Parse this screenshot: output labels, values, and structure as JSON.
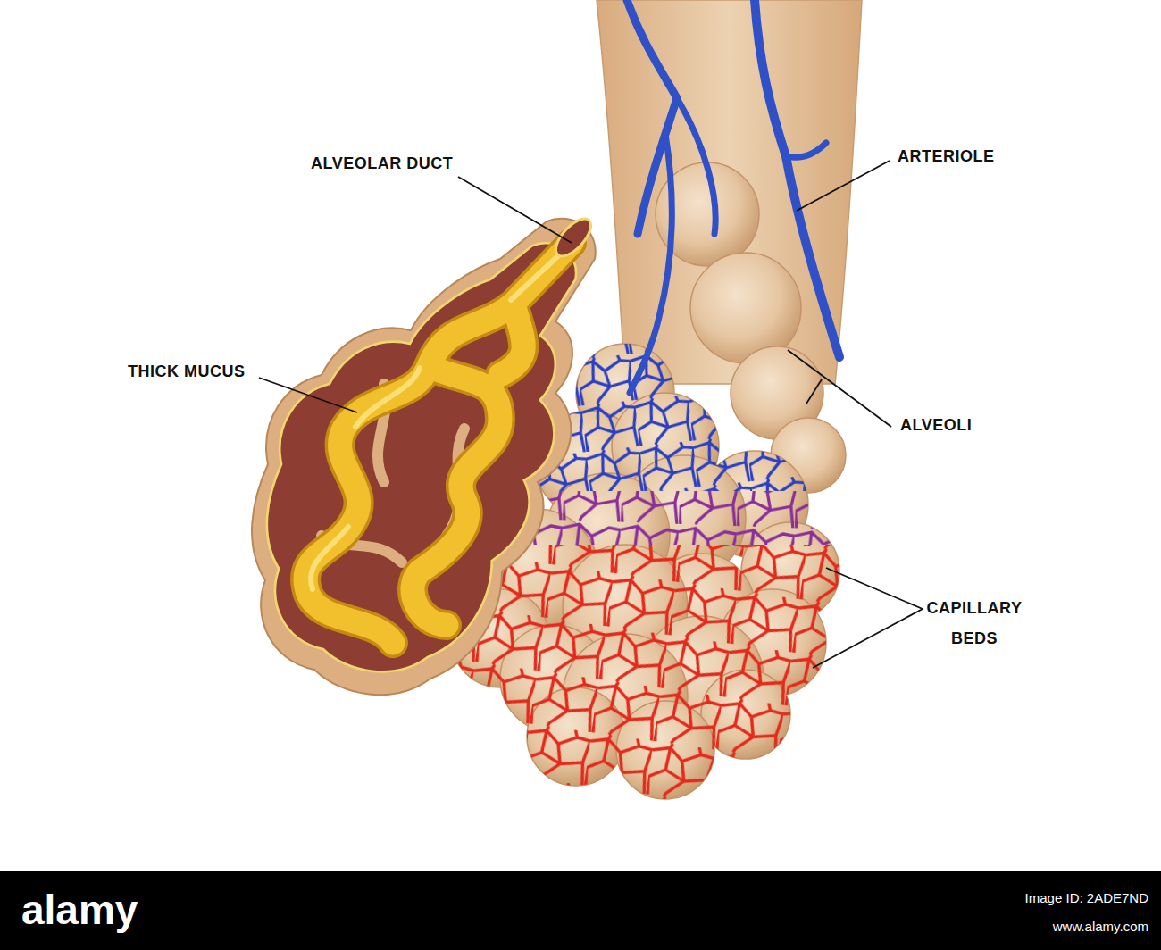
{
  "diagram": {
    "labels": [
      "ALVEOLAR DUCT",
      "THICK MUCUS",
      "ARTERIOLE",
      "ALVEOLI",
      "CAPILLARY BEDS",
      "alamy",
      "Image ID: 2ADE7ND",
      "www.alamy.com"
    ]
  }
}
